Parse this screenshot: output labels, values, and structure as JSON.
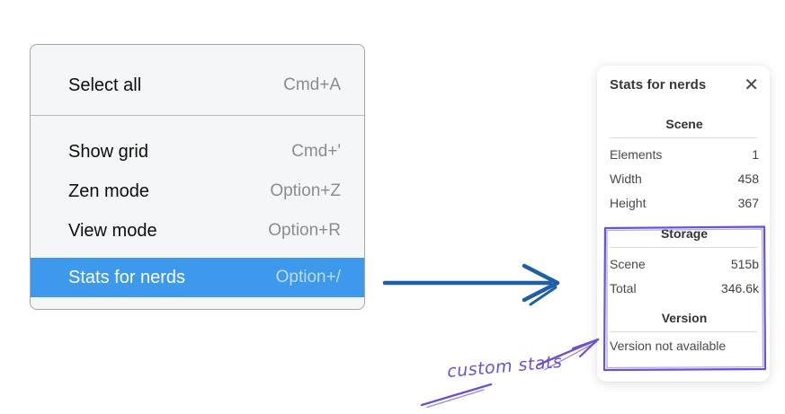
{
  "colors": {
    "menu_highlight": "#3d99ec",
    "arrow_blue": "#1f5fa9",
    "annotation_purple": "#6c52d2"
  },
  "menu": {
    "items": [
      {
        "label": "Select all",
        "shortcut": "Cmd+A"
      },
      {
        "label": "Show grid",
        "shortcut": "Cmd+'"
      },
      {
        "label": "Zen mode",
        "shortcut": "Option+Z"
      },
      {
        "label": "View mode",
        "shortcut": "Option+R"
      },
      {
        "label": "Stats for nerds",
        "shortcut": "Option+/"
      }
    ]
  },
  "stats_panel": {
    "title": "Stats for nerds",
    "close_label": "✕",
    "scene_section": {
      "title": "Scene",
      "rows": [
        {
          "label": "Elements",
          "value": "1"
        },
        {
          "label": "Width",
          "value": "458"
        },
        {
          "label": "Height",
          "value": "367"
        }
      ]
    },
    "storage_section": {
      "title": "Storage",
      "rows": [
        {
          "label": "Scene",
          "value": "515b"
        },
        {
          "label": "Total",
          "value": "346.6k"
        }
      ]
    },
    "version_section": {
      "title": "Version",
      "note": "Version not available"
    }
  },
  "annotation": {
    "label": "custom stats"
  }
}
